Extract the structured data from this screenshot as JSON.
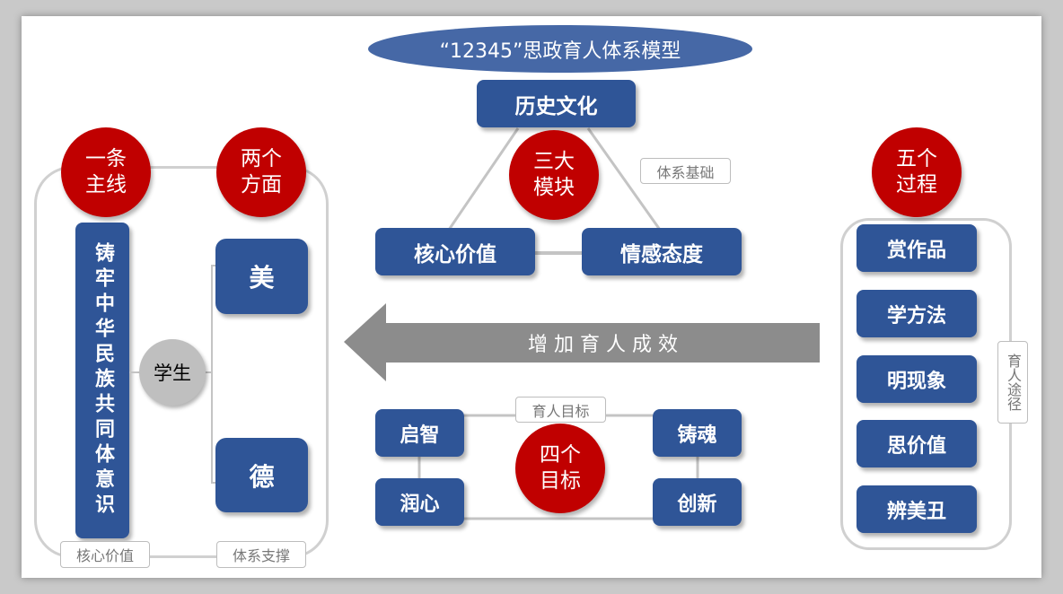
{
  "title": "“12345”思政育人体系模型",
  "center": {
    "top": "历史文化",
    "circle": "三大\n模块",
    "left": "核心价值",
    "right": "情感态度",
    "label": "体系基础"
  },
  "arrow": "增 加 育 人 成 效",
  "goals": {
    "label": "育人目标",
    "circle": "四个\n目标",
    "tl": "启智",
    "tr": "铸魂",
    "bl": "润心",
    "br": "创新"
  },
  "left": {
    "circle1": "一条\n主线",
    "circle2": "两个\n方面",
    "bar": "铸牢中华民族共同体意识",
    "student": "学生",
    "mei": "美",
    "de": "德",
    "label1": "核心价值",
    "label2": "体系支撑"
  },
  "right": {
    "circle": "五个\n过程",
    "items": [
      "赏作品",
      "学方法",
      "明现象",
      "思价值",
      "辨美丑"
    ],
    "label": "育人途径"
  },
  "colors": {
    "blue": "#2F5597",
    "red": "#C00000",
    "gray": "#8C8C8C"
  }
}
